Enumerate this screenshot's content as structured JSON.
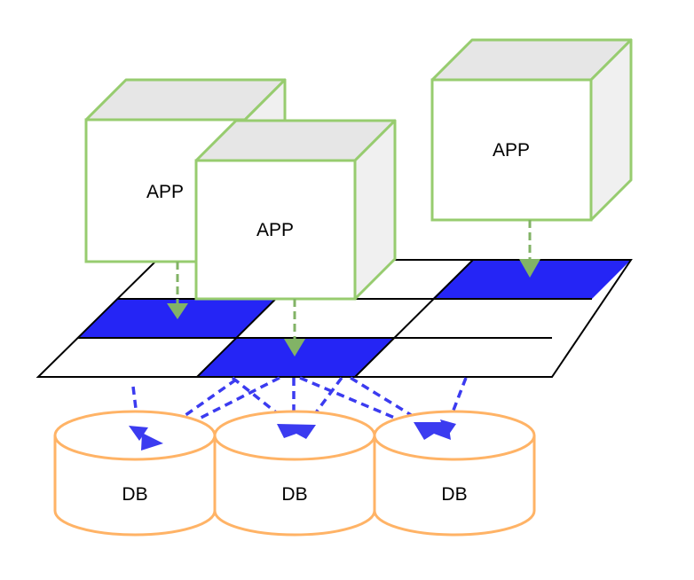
{
  "apps": [
    {
      "label": "APP"
    },
    {
      "label": "APP"
    },
    {
      "label": "APP"
    }
  ],
  "dbs": [
    {
      "label": "DB"
    },
    {
      "label": "DB"
    },
    {
      "label": "DB"
    }
  ],
  "colors": {
    "app_stroke": "#97cc6f",
    "app_top": "#e6e6e6",
    "app_side": "#f0f0f0",
    "app_arrow": "#82b366",
    "grid_highlight": "#2525f5",
    "grid_line": "#000000",
    "data_arrow": "#3b3bf0",
    "db_stroke": "#ffb366"
  }
}
